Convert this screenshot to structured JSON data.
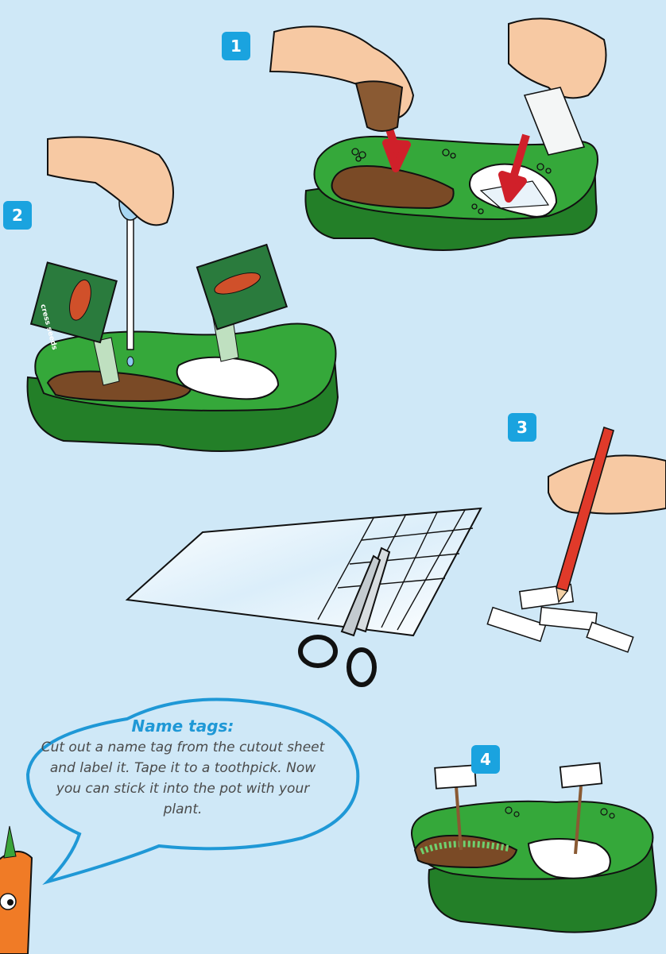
{
  "steps": {
    "one": "1",
    "two": "2",
    "three": "3",
    "four": "4"
  },
  "seed_packet_text": "cress seeds",
  "tip": {
    "title": "Name tags:",
    "body": "Cut out a name tag from the cutout sheet and label it. Tape it to a toothpick. Now you can stick it into the pot with your plant."
  },
  "colors": {
    "background": "#cfe8f7",
    "badge": "#1aa3df",
    "tray_green": "#2e9b32",
    "soil": "#7a4a26",
    "arrow": "#d0202a",
    "title_blue": "#1f98d6"
  }
}
